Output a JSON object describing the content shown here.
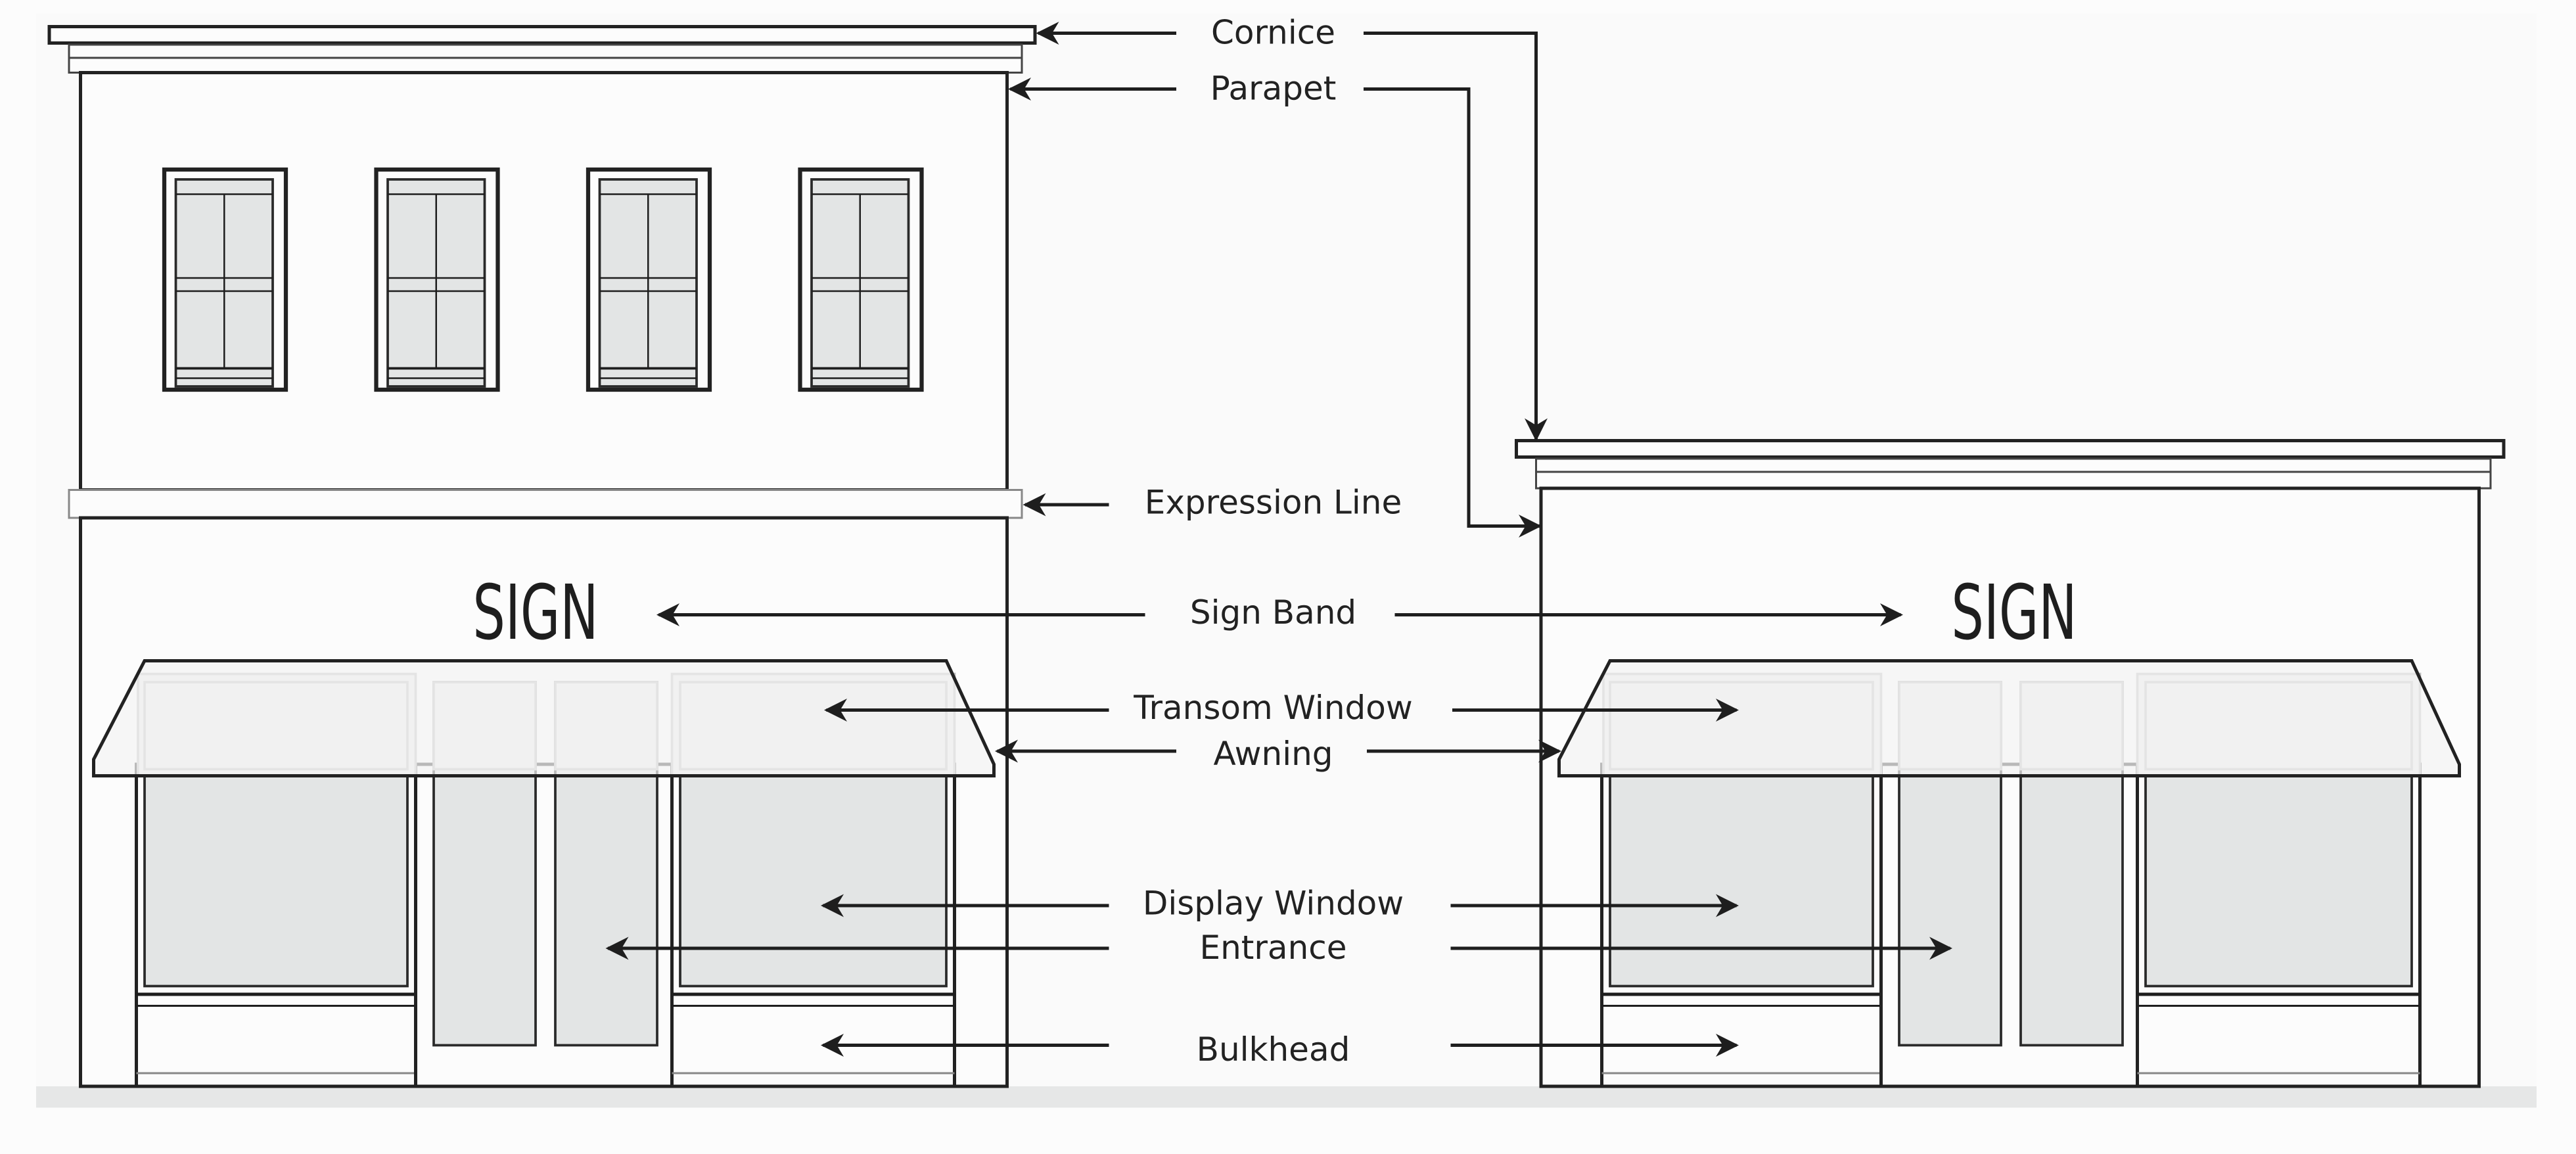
{
  "title": "Storefront Elements Diagram",
  "labels": {
    "cornice": "Cornice",
    "parapet": "Parapet",
    "expression_line": "Expression Line",
    "sign_band": "Sign Band",
    "transom_window": "Transom Window",
    "awning": "Awning",
    "display_window": "Display Window",
    "entrance": "Entrance",
    "bulkhead": "Bulkhead"
  },
  "buildings": {
    "left_sign": "SIGN",
    "right_sign": "SIGN"
  },
  "colors": {
    "line": "#1e1e1e",
    "glass": "#e3e5e5",
    "ground": "#e6e7e7",
    "background": "#fcfcfc"
  }
}
